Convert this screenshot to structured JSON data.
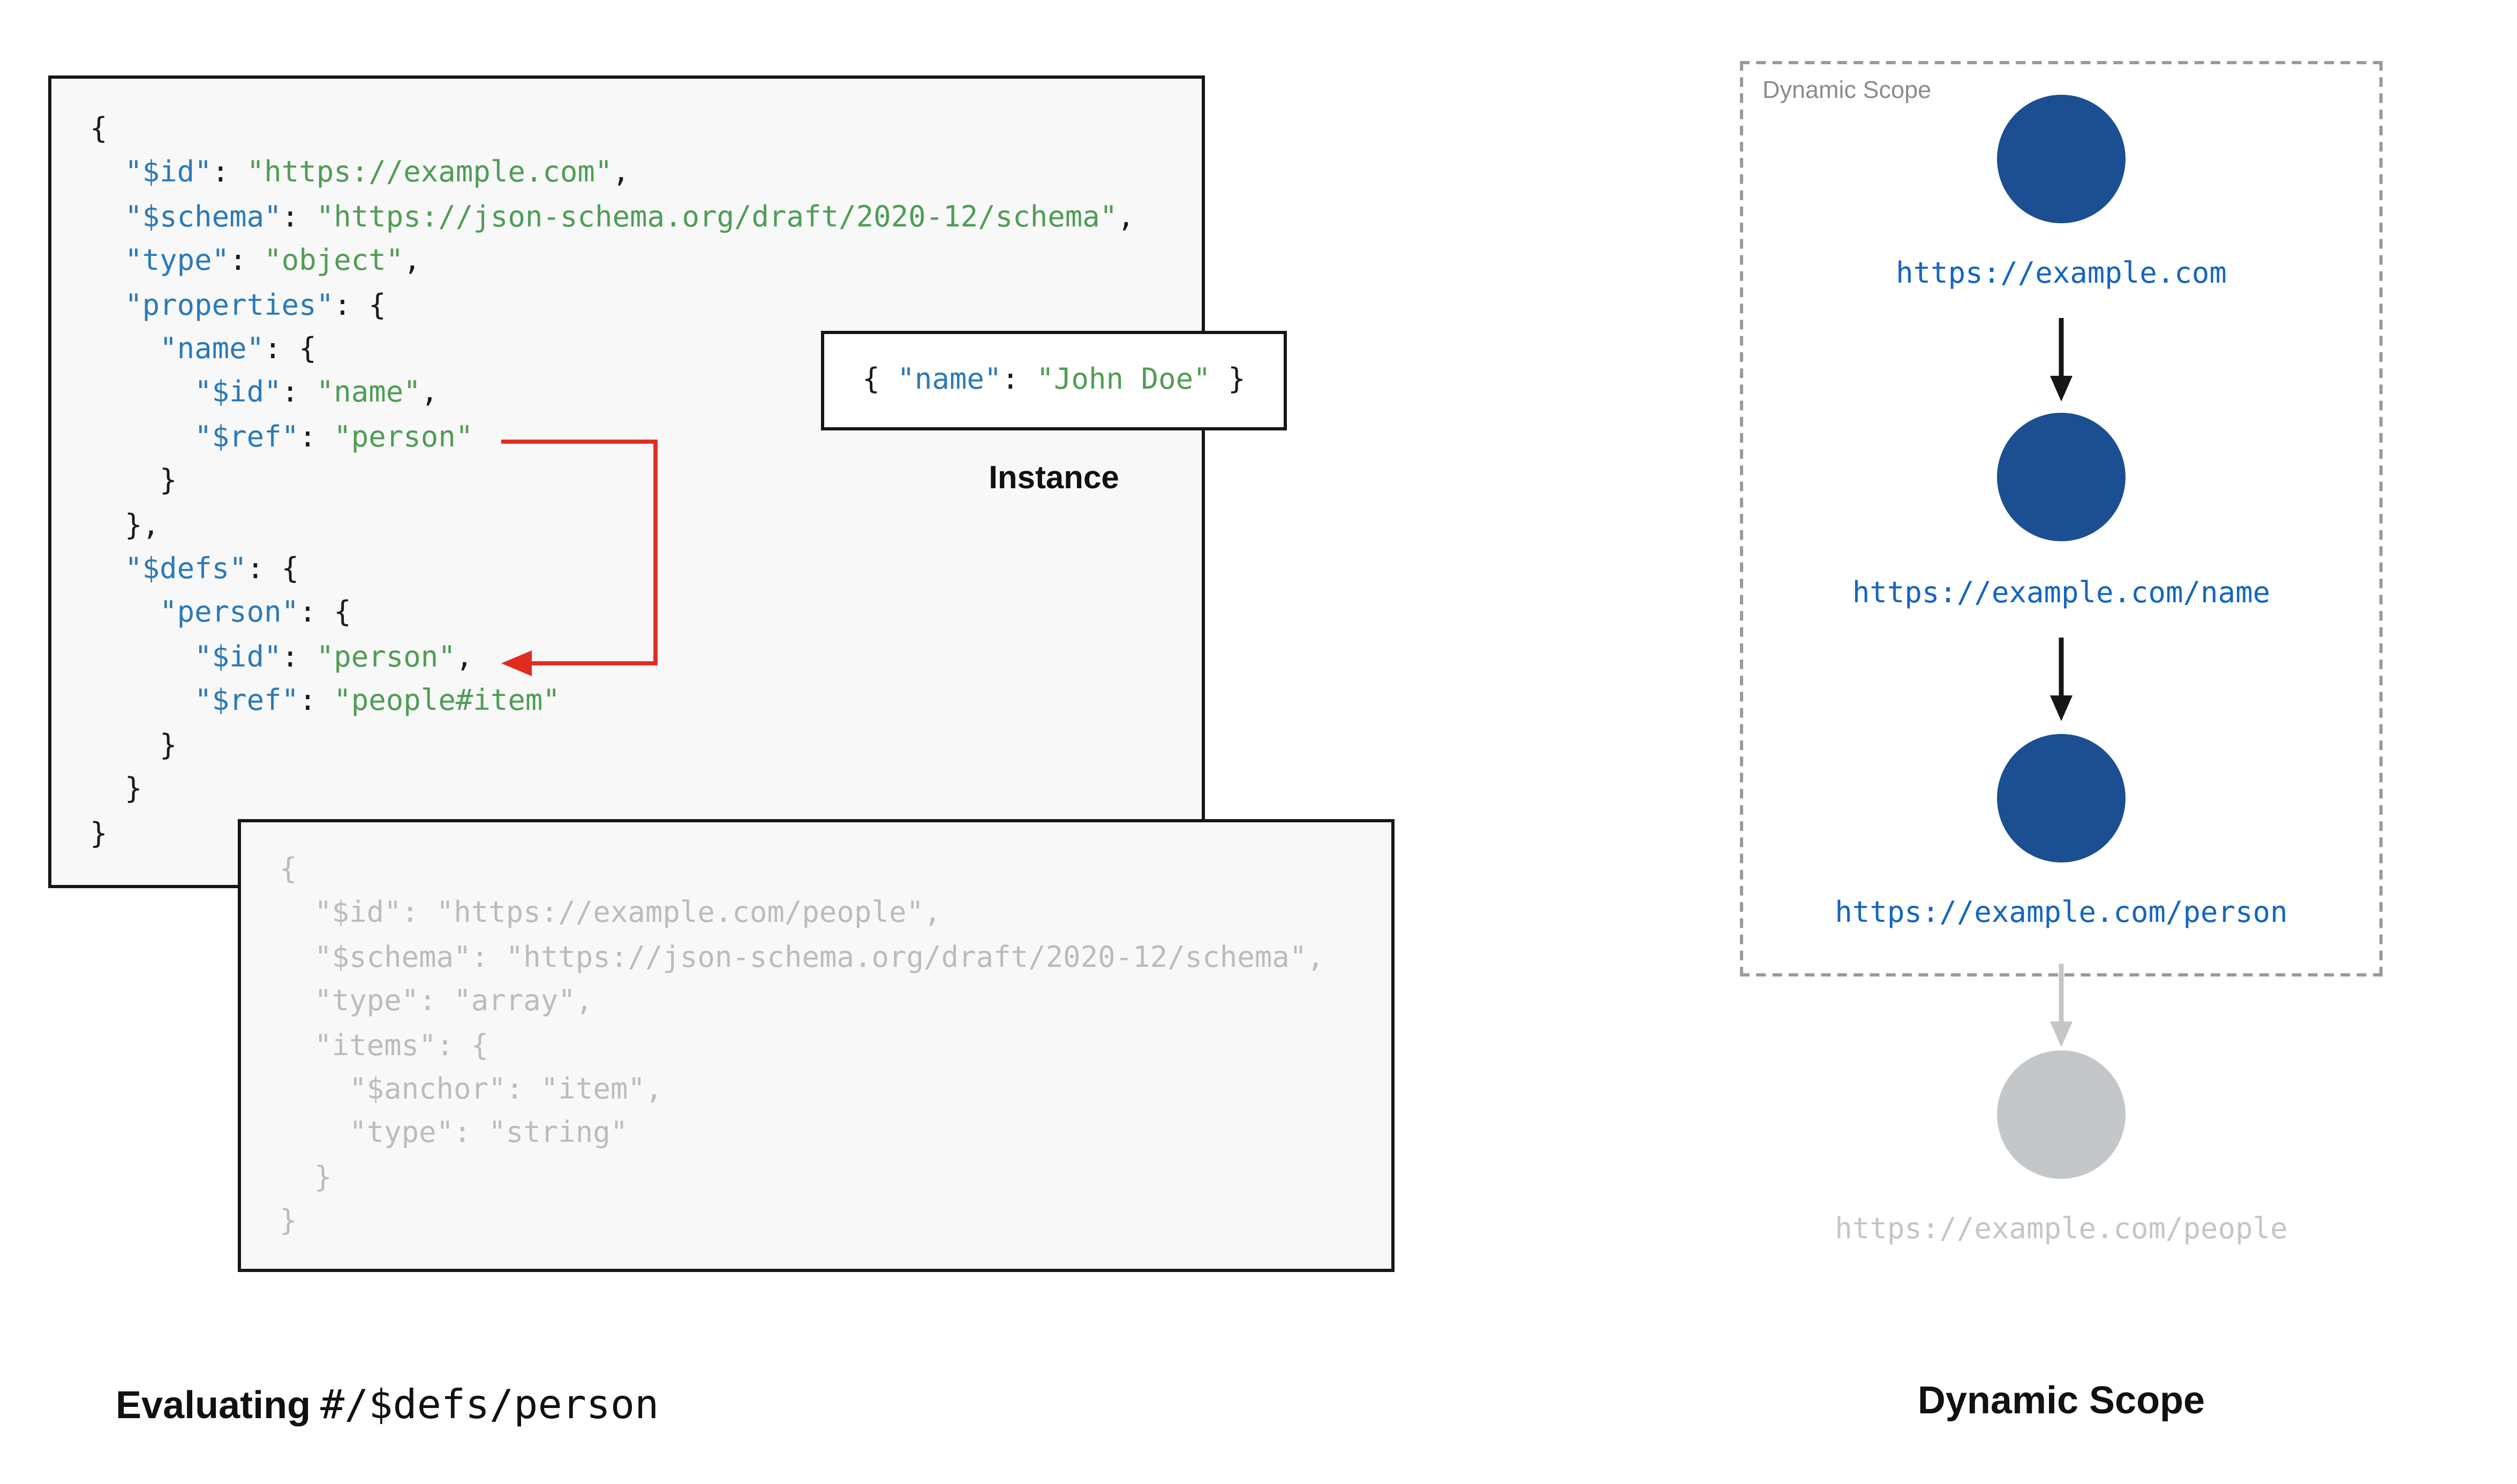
{
  "colors": {
    "key": "#2b7ab8",
    "str": "#4f9d55",
    "plain": "#1a1a1a",
    "muted": "#bcbcbc",
    "node": "#1b4f91",
    "url": "#1565c0",
    "red": "#e02b20",
    "box_bg": "#f8f8f8",
    "gray_node": "#c4c7c9",
    "gray_text": "#c3c6c8"
  },
  "main_schema": {
    "lines": [
      [
        [
          "p",
          "{"
        ]
      ],
      [
        [
          "p",
          "  "
        ],
        [
          "k",
          "\"$id\""
        ],
        [
          "p",
          ": "
        ],
        [
          "s",
          "\"https://example.com\""
        ],
        [
          "p",
          ","
        ]
      ],
      [
        [
          "p",
          "  "
        ],
        [
          "k",
          "\"$schema\""
        ],
        [
          "p",
          ": "
        ],
        [
          "s",
          "\"https://json-schema.org/draft/2020-12/schema\""
        ],
        [
          "p",
          ","
        ]
      ],
      [
        [
          "p",
          "  "
        ],
        [
          "k",
          "\"type\""
        ],
        [
          "p",
          ": "
        ],
        [
          "s",
          "\"object\""
        ],
        [
          "p",
          ","
        ]
      ],
      [
        [
          "p",
          "  "
        ],
        [
          "k",
          "\"properties\""
        ],
        [
          "p",
          ": {"
        ]
      ],
      [
        [
          "p",
          "    "
        ],
        [
          "k",
          "\"name\""
        ],
        [
          "p",
          ": {"
        ]
      ],
      [
        [
          "p",
          "      "
        ],
        [
          "k",
          "\"$id\""
        ],
        [
          "p",
          ": "
        ],
        [
          "s",
          "\"name\""
        ],
        [
          "p",
          ","
        ]
      ],
      [
        [
          "p",
          "      "
        ],
        [
          "k",
          "\"$ref\""
        ],
        [
          "p",
          ": "
        ],
        [
          "s",
          "\"person\""
        ]
      ],
      [
        [
          "p",
          "    }"
        ]
      ],
      [
        [
          "p",
          "  },"
        ]
      ],
      [
        [
          "p",
          "  "
        ],
        [
          "k",
          "\"$defs\""
        ],
        [
          "p",
          ": {"
        ]
      ],
      [
        [
          "p",
          "    "
        ],
        [
          "k",
          "\"person\""
        ],
        [
          "p",
          ": {"
        ]
      ],
      [
        [
          "p",
          "      "
        ],
        [
          "k",
          "\"$id\""
        ],
        [
          "p",
          ": "
        ],
        [
          "s",
          "\"person\""
        ],
        [
          "p",
          ","
        ]
      ],
      [
        [
          "p",
          "      "
        ],
        [
          "k",
          "\"$ref\""
        ],
        [
          "p",
          ": "
        ],
        [
          "s",
          "\"people#item\""
        ]
      ],
      [
        [
          "p",
          "    }"
        ]
      ],
      [
        [
          "p",
          "  }"
        ]
      ],
      [
        [
          "p",
          "}"
        ]
      ]
    ]
  },
  "people_schema": {
    "lines": [
      [
        [
          "p",
          "{"
        ]
      ],
      [
        [
          "p",
          "  "
        ],
        [
          "k",
          "\"$id\""
        ],
        [
          "p",
          ": "
        ],
        [
          "s",
          "\"https://example.com/people\""
        ],
        [
          "p",
          ","
        ]
      ],
      [
        [
          "p",
          "  "
        ],
        [
          "k",
          "\"$schema\""
        ],
        [
          "p",
          ": "
        ],
        [
          "s",
          "\"https://json-schema.org/draft/2020-12/schema\""
        ],
        [
          "p",
          ","
        ]
      ],
      [
        [
          "p",
          "  "
        ],
        [
          "k",
          "\"type\""
        ],
        [
          "p",
          ": "
        ],
        [
          "s",
          "\"array\""
        ],
        [
          "p",
          ","
        ]
      ],
      [
        [
          "p",
          "  "
        ],
        [
          "k",
          "\"items\""
        ],
        [
          "p",
          ": {"
        ]
      ],
      [
        [
          "p",
          "    "
        ],
        [
          "k",
          "\"$anchor\""
        ],
        [
          "p",
          ": "
        ],
        [
          "s",
          "\"item\""
        ],
        [
          "p",
          ","
        ]
      ],
      [
        [
          "p",
          "    "
        ],
        [
          "k",
          "\"type\""
        ],
        [
          "p",
          ": "
        ],
        [
          "s",
          "\"string\""
        ]
      ],
      [
        [
          "p",
          "  }"
        ]
      ],
      [
        [
          "p",
          "}"
        ]
      ]
    ]
  },
  "instance": {
    "lines": [
      [
        [
          "p",
          "{ "
        ],
        [
          "k",
          "\"name\""
        ],
        [
          "p",
          ": "
        ],
        [
          "s",
          "\"John Doe\""
        ],
        [
          "p",
          " }"
        ]
      ]
    ],
    "label": "Instance"
  },
  "caption_left": {
    "prefix": "Evaluating",
    "code": "#/$defs/person"
  },
  "dynamic_scope": {
    "box_label": "Dynamic Scope",
    "nodes": [
      {
        "label": "https://example.com"
      },
      {
        "label": "https://example.com/name"
      },
      {
        "label": "https://example.com/person"
      }
    ],
    "out_of_scope_node": {
      "label": "https://example.com/people"
    },
    "caption": "Dynamic Scope"
  }
}
